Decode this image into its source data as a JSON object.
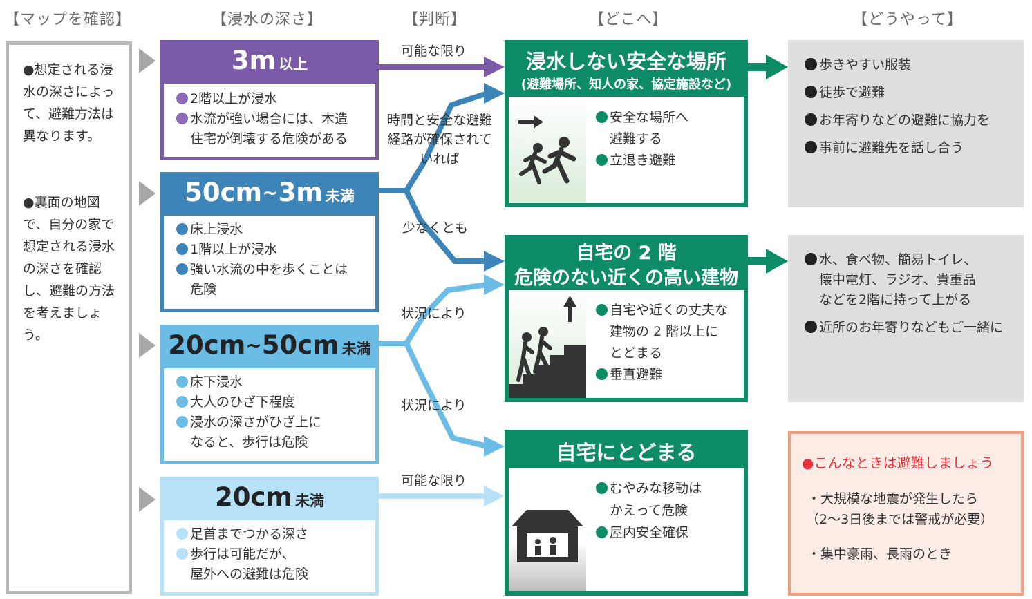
{
  "headers": {
    "map": "【マップを確認】",
    "depth": "【浸水の深さ】",
    "judge": "【判断】",
    "where": "【どこへ】",
    "how": "【どうやって】"
  },
  "intro": {
    "p1": "●想定される浸水の深さによって、避難方法は異なります。",
    "p2": "●裏面の地図で、自分の家で想定される浸水の深さを確認し、避難の方法を考えましょう。"
  },
  "depths": [
    {
      "value": "3m",
      "value2": "",
      "tilde": "",
      "unit": "以上",
      "color": "#7b5aa8",
      "dot": "#8d6cba",
      "lines": [
        "2階以上が浸水",
        "水流が強い場合には、木造",
        "住宅が倒壊する危険がある"
      ]
    },
    {
      "value": "50cm",
      "value2": "3m",
      "tilde": "~",
      "unit": "未満",
      "color": "#3d85b9",
      "dot": "#3d85b9",
      "lines": [
        "床上浸水",
        "1階以上が浸水",
        "強い水流の中を歩くことは",
        "危険"
      ]
    },
    {
      "value": "20cm",
      "value2": "50cm",
      "tilde": "~",
      "unit": "未満",
      "color": "#6cbde6",
      "dot": "#6cbde6",
      "lines": [
        "床下浸水",
        "大人のひざ下程度",
        "浸水の深さがひざ上に",
        "なると、歩行は危険"
      ]
    },
    {
      "value": "20cm",
      "value2": "",
      "tilde": "",
      "unit": "未満",
      "color": "#b6e1f6",
      "dot": "#b6e1f6",
      "lines": [
        "足首までつかる深さ",
        "歩行は可能だが、",
        "屋外への避難は危険"
      ]
    }
  ],
  "judgments": {
    "j1": "可能な限り",
    "j2": "時間と安全な避難経路が確保されていれば",
    "j3": "少なくとも",
    "j4": "状況により",
    "j5": "状況により",
    "j6": "可能な限り"
  },
  "destinations": [
    {
      "title": "浸水しない安全な場所",
      "subtitle": "(避難場所、知人の家、協定施設など)",
      "lines": [
        "安全な場所へ",
        "避難する",
        "立退き避難"
      ]
    },
    {
      "title": "自宅の 2 階",
      "subtitle": "危険のない近くの高い建物",
      "lines": [
        "自宅や近くの丈夫な",
        "建物の 2 階以上に",
        "とどまる",
        "垂直避難"
      ]
    },
    {
      "title": "自宅にとどまる",
      "subtitle": "",
      "lines": [
        "むやみな移動は",
        "かえって危険",
        "屋内安全確保"
      ]
    }
  ],
  "how": {
    "box1": [
      "歩きやすい服装",
      "徒歩で避難",
      "お年寄りなどの避難に協力を",
      "事前に避難先を話し合う"
    ],
    "box2": [
      "水、食べ物、簡易トイレ、",
      "懐中電灯、ラジオ、貴重品",
      "などを2階に持って上がる",
      "近所のお年寄りなどもご一緒に"
    ]
  },
  "alert": {
    "title": "●こんなときは避難しましょう",
    "line1": "・大規模な地震が発生したら",
    "line2": "（2〜3日後までは警戒が必要）",
    "line3": "・集中豪雨、長雨のとき"
  },
  "colors": {
    "green": "#0e8c68",
    "purple": "#7b5aa8",
    "blue": "#3d85b9",
    "lightblue": "#6cbde6",
    "paleblue": "#b6e1f6",
    "alert_red": "#e8303a",
    "gray": "#dedede"
  },
  "icons": [
    "running-people-icon",
    "climbing-stairs-icon",
    "house-shelter-icon",
    "arrow-right-icon",
    "arrow-up-icon"
  ]
}
